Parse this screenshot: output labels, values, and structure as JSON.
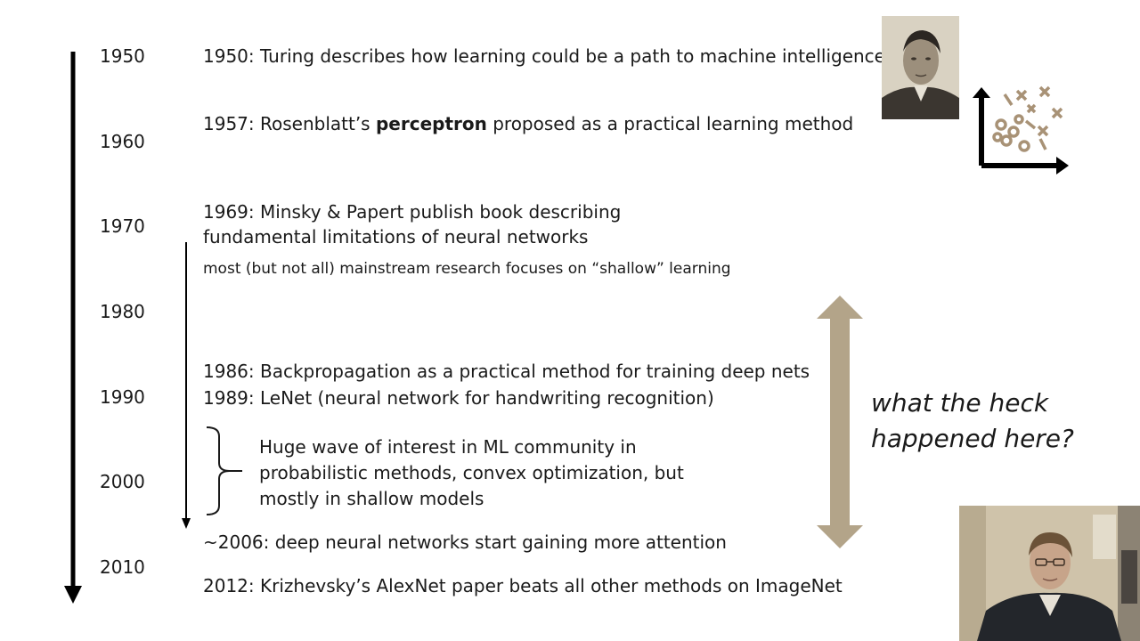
{
  "timeline": {
    "years": [
      "1950",
      "1960",
      "1970",
      "1980",
      "1990",
      "2000",
      "2010"
    ]
  },
  "events": {
    "e1950": "1950: Turing describes how learning could be a path to machine intelligence",
    "e1957_pre": "1957: Rosenblatt’s ",
    "e1957_bold": "perceptron",
    "e1957_post": " proposed as a practical learning method",
    "e1969_line1": "1969: Minsky & Papert publish book describing",
    "e1969_line2": "fundamental limitations of neural networks",
    "shallow": "most (but not all) mainstream research focuses on “shallow” learning",
    "e1986": "1986: Backpropagation as a practical method for training deep nets",
    "e1989": "1989: LeNet (neural network for handwriting recognition)",
    "wave_line1": "Huge wave of interest in ML community in",
    "wave_line2": "probabilistic methods, convex optimization, but",
    "wave_line3": "mostly in shallow models",
    "e2006": "~2006: deep neural networks start gaining more attention",
    "e2012": "2012: Krizhevsky’s AlexNet paper beats all other methods on ImageNet"
  },
  "annotation": {
    "line1": "what the heck",
    "line2": "happened here?"
  },
  "colors": {
    "text": "#1a1a1a",
    "arrow_tan": "#b3a489",
    "scatter_tan": "#a89276",
    "timeline": "#000000"
  }
}
